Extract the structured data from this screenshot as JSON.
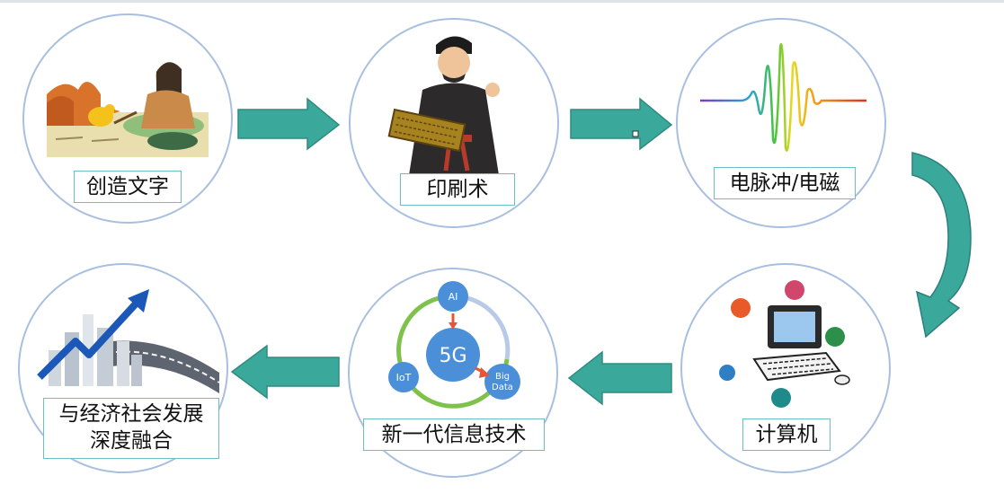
{
  "nodes": [
    {
      "id": "writing",
      "label": "创造文字"
    },
    {
      "id": "printing",
      "label": "印刷术"
    },
    {
      "id": "pulse",
      "label": "电脉冲/电磁"
    },
    {
      "id": "computer",
      "label": "计算机"
    },
    {
      "id": "newtech",
      "label": "新一代信息技术"
    },
    {
      "id": "integration",
      "label_line1": "与经济社会发展",
      "label_line2": "深度融合"
    }
  ],
  "newtech_diagram": {
    "center": "5G",
    "top": "AI",
    "left": "IoT",
    "right_line1": "Big",
    "right_line2": "Data"
  },
  "colors": {
    "arrow": "#3aa99b",
    "arrow_dark": "#2d7f7b",
    "circle_border": "#a9bfe0",
    "label_border": "#6cbfc2",
    "center_blue": "#4a8fd8"
  }
}
